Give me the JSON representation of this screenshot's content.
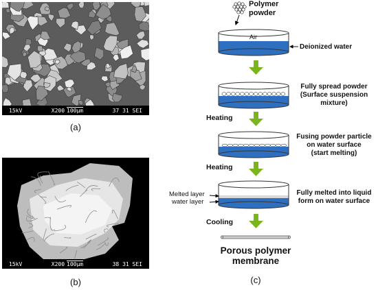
{
  "figure": {
    "panel_a": {
      "label": "(a)",
      "sem_bar": {
        "voltage": "15kV",
        "magnification": "X200",
        "scale": "100µm",
        "code1": "37",
        "code2": "31",
        "mode": "SEI"
      }
    },
    "panel_b": {
      "label": "(b)",
      "sem_bar": {
        "voltage": "15kV",
        "magnification": "X200",
        "scale": "100µm",
        "code1": "38",
        "code2": "31",
        "mode": "SEI"
      }
    },
    "panel_c": {
      "label": "(c)",
      "polymer_powder": "Polymer\npowder",
      "air": "Air",
      "deionized_water": "Deionized water",
      "step2": "Fully spread powder\n(Surface suspension\nmixture)",
      "heating1": "Heating",
      "step3": "Fusing powder particle\non water surface\n(start melting)",
      "heating2": "Heating",
      "melted_layer": "Melted layer",
      "water_layer": "water layer",
      "step4": "Fully melted into liquid\nform on water surface",
      "cooling": "Cooling",
      "final": "Porous polymer\nmembrane"
    }
  },
  "colors": {
    "arrow_green": "#7ab51d",
    "water_blue": "#2f6fbf",
    "dish_rim": "#6f8fb8"
  }
}
